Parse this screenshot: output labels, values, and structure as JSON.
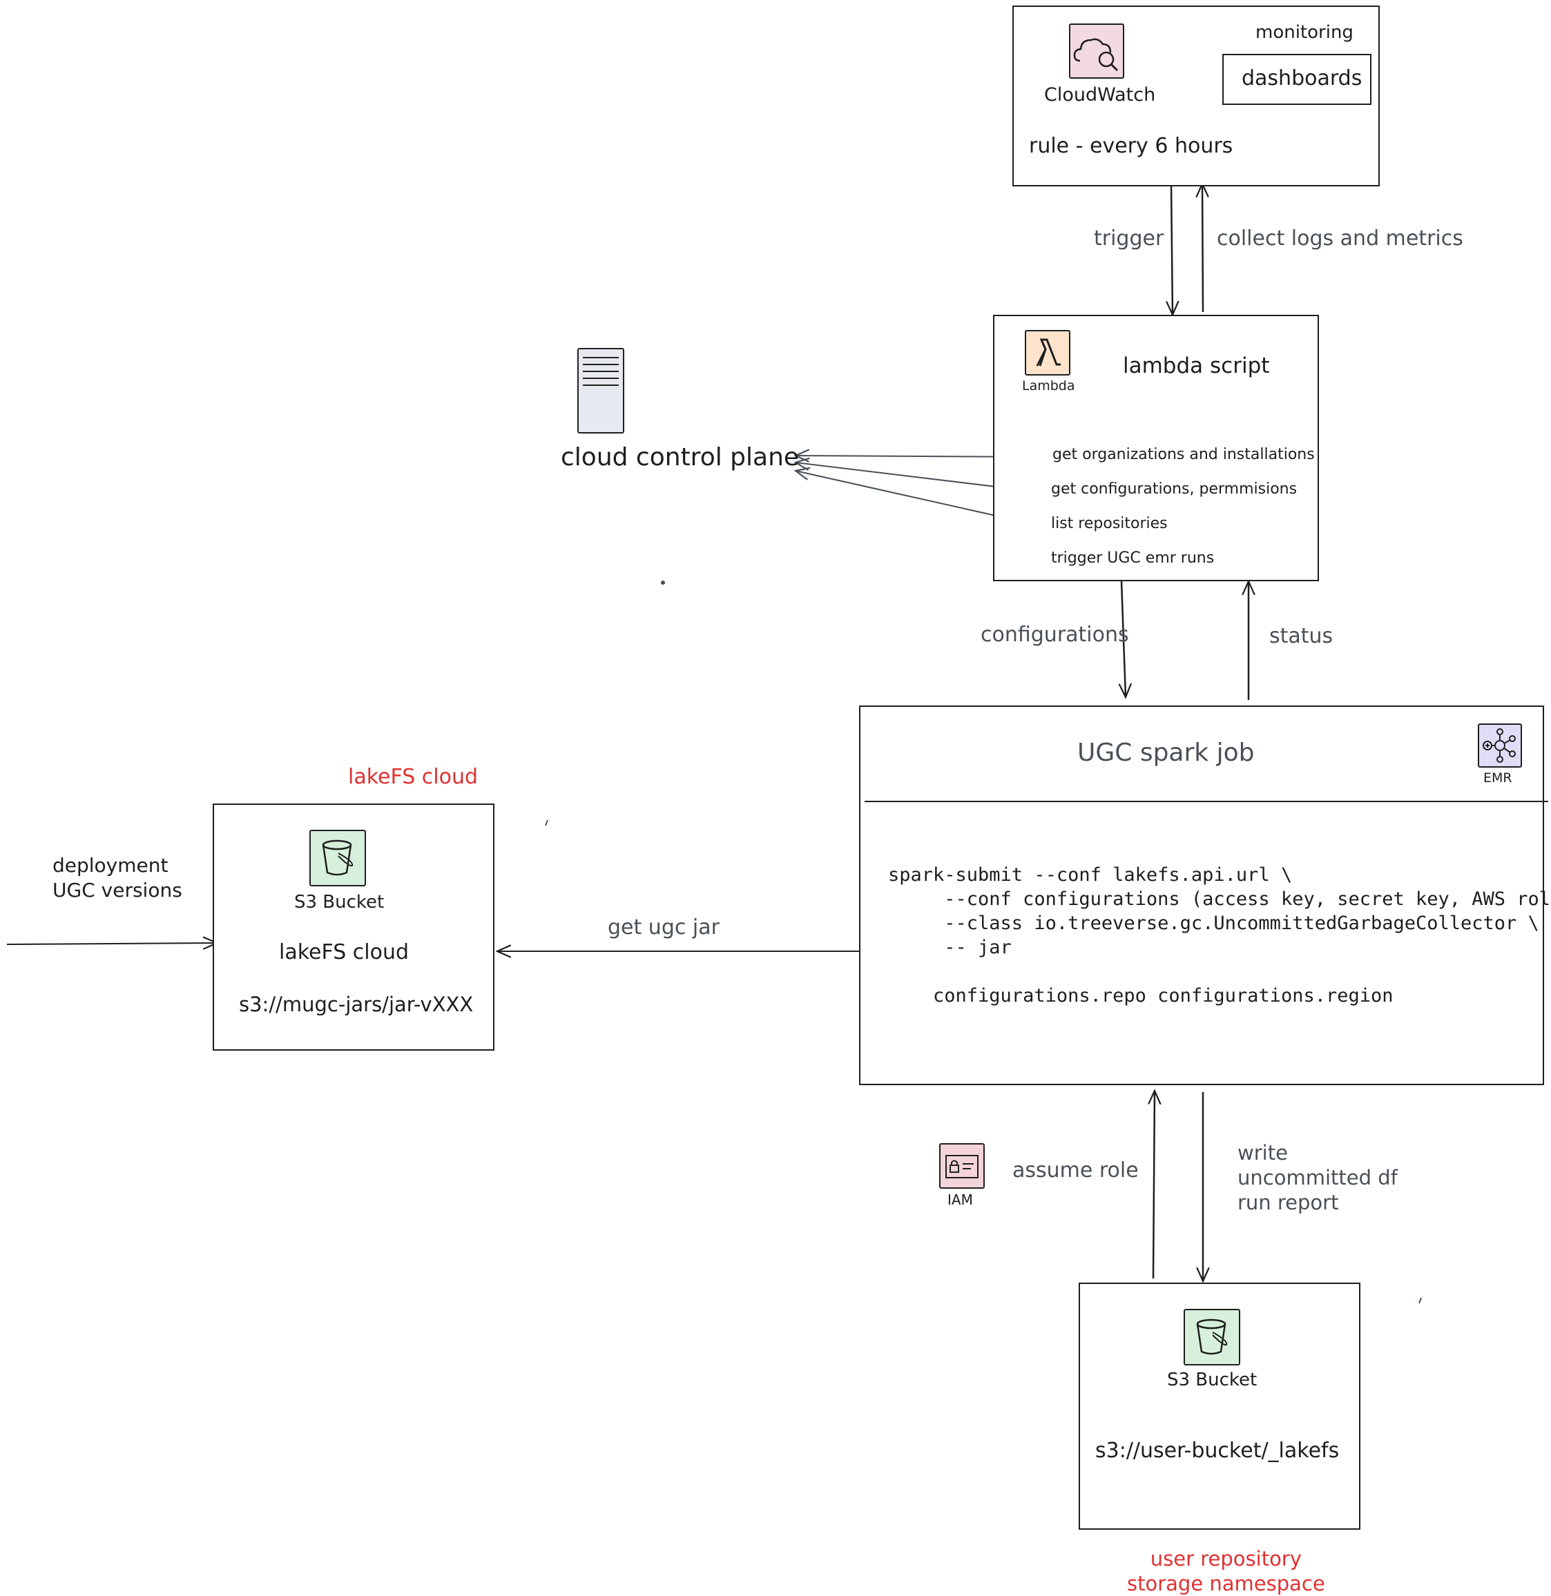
{
  "cloudwatch": {
    "icon_label": "CloudWatch",
    "monitoring": "monitoring",
    "dashboards": "dashboards",
    "rule": "rule - every 6 hours",
    "icon": "cloudwatch-icon"
  },
  "edges": {
    "trigger": "trigger",
    "collect": "collect logs and metrics",
    "configurations": "configurations",
    "status": "status",
    "get_ugc_jar": "get ugc jar",
    "deployment": "deployment\nUGC versions",
    "assume_role": "assume role",
    "write": "write\nuncommitted df\nrun report"
  },
  "lambda": {
    "icon_label": "Lambda",
    "title": "lambda script",
    "items": [
      "get organizations and installations",
      "get configurations, permmisions",
      "list repositories",
      "trigger UGC emr runs"
    ],
    "icon": "lambda-icon"
  },
  "control_plane": {
    "label": "cloud control plane",
    "icon": "server-icon"
  },
  "emr": {
    "title": "UGC spark job",
    "icon_label": "EMR",
    "icon": "emr-icon",
    "code": "spark-submit --conf lakefs.api.url \\\n     --conf configurations (access key, secret key, AWS role)\n     --class io.treeverse.gc.UncommittedGarbageCollector \\\n     -- jar\n\n    configurations.repo configurations.region"
  },
  "lakefs_cloud": {
    "heading": "lakeFS cloud",
    "icon_label": "S3 Bucket",
    "name": "lakeFS cloud",
    "path": "s3://mugc-jars/jar-vXXX",
    "icon": "s3-bucket-icon"
  },
  "iam": {
    "label": "IAM",
    "icon": "iam-icon"
  },
  "user_bucket": {
    "icon_label": "S3 Bucket",
    "path": "s3://user-bucket/_lakefs",
    "caption": "user repository\nstorage namespace",
    "icon": "s3-bucket-icon"
  },
  "colors": {
    "stroke": "#1e1e1e",
    "grey_text": "#495057",
    "red_text": "#e03131",
    "cloudwatch_fill": "#f3d9e4",
    "lambda_fill": "#fde3cc",
    "s3_fill": "#d7f0dc",
    "emr_fill": "#e0dcf5",
    "iam_fill": "#f4d4d8",
    "server_fill": "#e7e9f0"
  }
}
